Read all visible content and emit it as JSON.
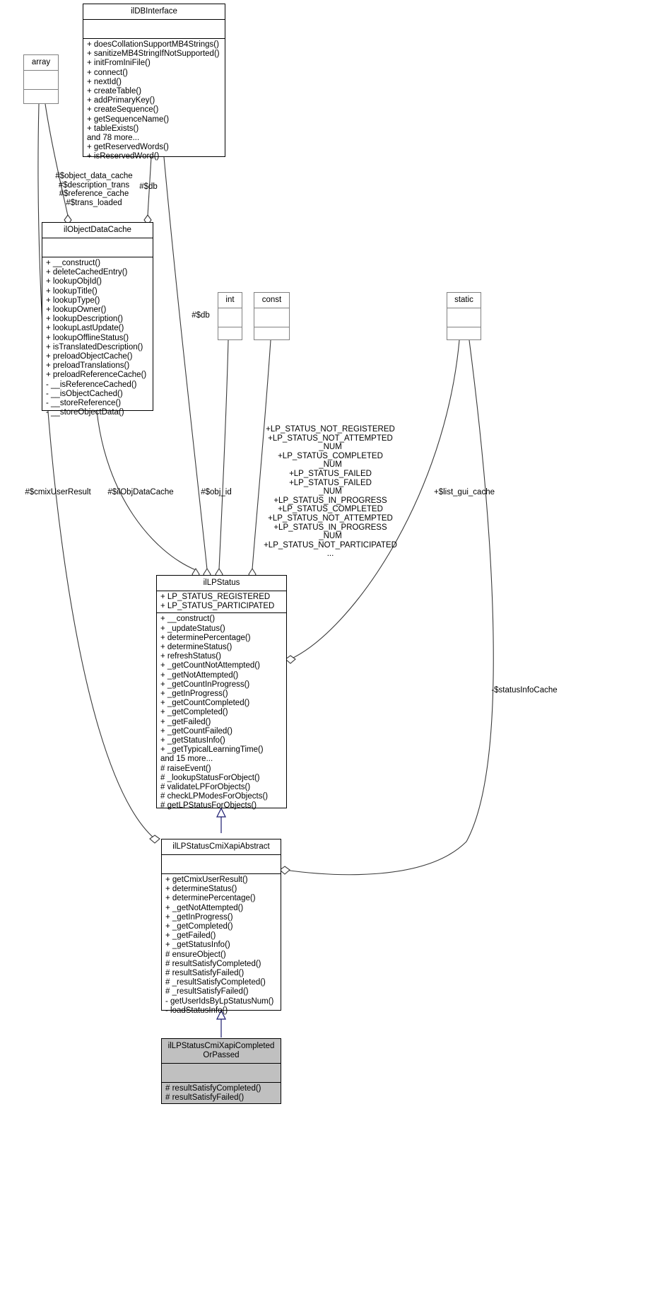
{
  "diagram": {
    "kind": "uml-collaboration-graph",
    "background": "#ffffff",
    "line_color": "#3a3a3a",
    "inherit_arrow_color": "#1a1a6e"
  },
  "nodes": {
    "ildbinterface": {
      "title": "ilDBInterface",
      "attrs": [],
      "ops": [
        "+ doesCollationSupportMB4Strings()",
        "+ sanitizeMB4StringIfNotSupported()",
        "+ initFromIniFile()",
        "+ connect()",
        "+ nextId()",
        "+ createTable()",
        "+ addPrimaryKey()",
        "+ createSequence()",
        "+ getSequenceName()",
        "+ tableExists()",
        "and 78 more...",
        "+ getReservedWords()",
        "+ isReservedWord()"
      ]
    },
    "array": {
      "title": "array",
      "attrs": [],
      "ops": []
    },
    "ilobjectdatacache": {
      "title": "ilObjectDataCache",
      "attrs": [],
      "ops": [
        "+ __construct()",
        "+ deleteCachedEntry()",
        "+ lookupObjId()",
        "+ lookupTitle()",
        "+ lookupType()",
        "+ lookupOwner()",
        "+ lookupDescription()",
        "+ lookupLastUpdate()",
        "+ lookupOfflineStatus()",
        "+ isTranslatedDescription()",
        "+ preloadObjectCache()",
        "+ preloadTranslations()",
        "+ preloadReferenceCache()",
        "- __isReferenceCached()",
        "- __isObjectCached()",
        "- __storeReference()",
        "- __storeObjectData()"
      ]
    },
    "int": {
      "title": "int",
      "attrs": [],
      "ops": []
    },
    "const": {
      "title": "const",
      "attrs": [],
      "ops": []
    },
    "static": {
      "title": "static",
      "attrs": [],
      "ops": []
    },
    "illpstatus": {
      "title": "ilLPStatus",
      "attrs": [
        "+ LP_STATUS_REGISTERED",
        "+ LP_STATUS_PARTICIPATED"
      ],
      "ops": [
        "+ __construct()",
        "+ _updateStatus()",
        "+ determinePercentage()",
        "+ determineStatus()",
        "+ refreshStatus()",
        "+ _getCountNotAttempted()",
        "+ _getNotAttempted()",
        "+ _getCountInProgress()",
        "+ _getInProgress()",
        "+ _getCountCompleted()",
        "+ _getCompleted()",
        "+ _getFailed()",
        "+ _getCountFailed()",
        "+ _getStatusInfo()",
        "+ _getTypicalLearningTime()",
        "and 15 more...",
        "# raiseEvent()",
        "# _lookupStatusForObject()",
        "# validateLPForObjects()",
        "# checkLPModesForObjects()",
        "# getLPStatusForObjects()"
      ]
    },
    "illpstatuscmixapiabstract": {
      "title": "ilLPStatusCmiXapiAbstract",
      "attrs": [],
      "ops": [
        "+ getCmixUserResult()",
        "+ determineStatus()",
        "+ determinePercentage()",
        "+ _getNotAttempted()",
        "+ _getInProgress()",
        "+ _getCompleted()",
        "+ _getFailed()",
        "+ _getStatusInfo()",
        "# ensureObject()",
        "# resultSatisfyCompleted()",
        "# resultSatisfyFailed()",
        "# _resultSatisfyCompleted()",
        "# _resultSatisfyFailed()",
        "- getUserIdsByLpStatusNum()",
        "- loadStatusInfo()"
      ]
    },
    "illpstatuscmixapicompletedorpassed": {
      "title": "ilLPStatusCmiXapiCompleted\nOrPassed",
      "attrs": [],
      "ops": [
        "# resultSatisfyCompleted()",
        "# resultSatisfyFailed()"
      ]
    }
  },
  "edge_labels": {
    "object_data_cache": "#$object_data_cache\n#$description_trans\n#$reference_cache\n#$trans_loaded",
    "db_top": "#$db",
    "db_mid": "#$db",
    "cmix_user_result": "#$cmixUserResult",
    "il_obj_data_cache": "#$ilObjDataCache",
    "obj_id": "#$obj_id",
    "lp_status_consts": "+LP_STATUS_NOT_REGISTERED\n+LP_STATUS_NOT_ATTEMPTED\n_NUM\n+LP_STATUS_COMPLETED\n_NUM\n+LP_STATUS_FAILED\n+LP_STATUS_FAILED\n_NUM\n+LP_STATUS_IN_PROGRESS\n+LP_STATUS_COMPLETED\n+LP_STATUS_NOT_ATTEMPTED\n+LP_STATUS_IN_PROGRESS\n_NUM\n+LP_STATUS_NOT_PARTICIPATED\n...",
    "list_gui_cache": "+$list_gui_cache",
    "status_info_cache": "-$statusInfoCache"
  }
}
